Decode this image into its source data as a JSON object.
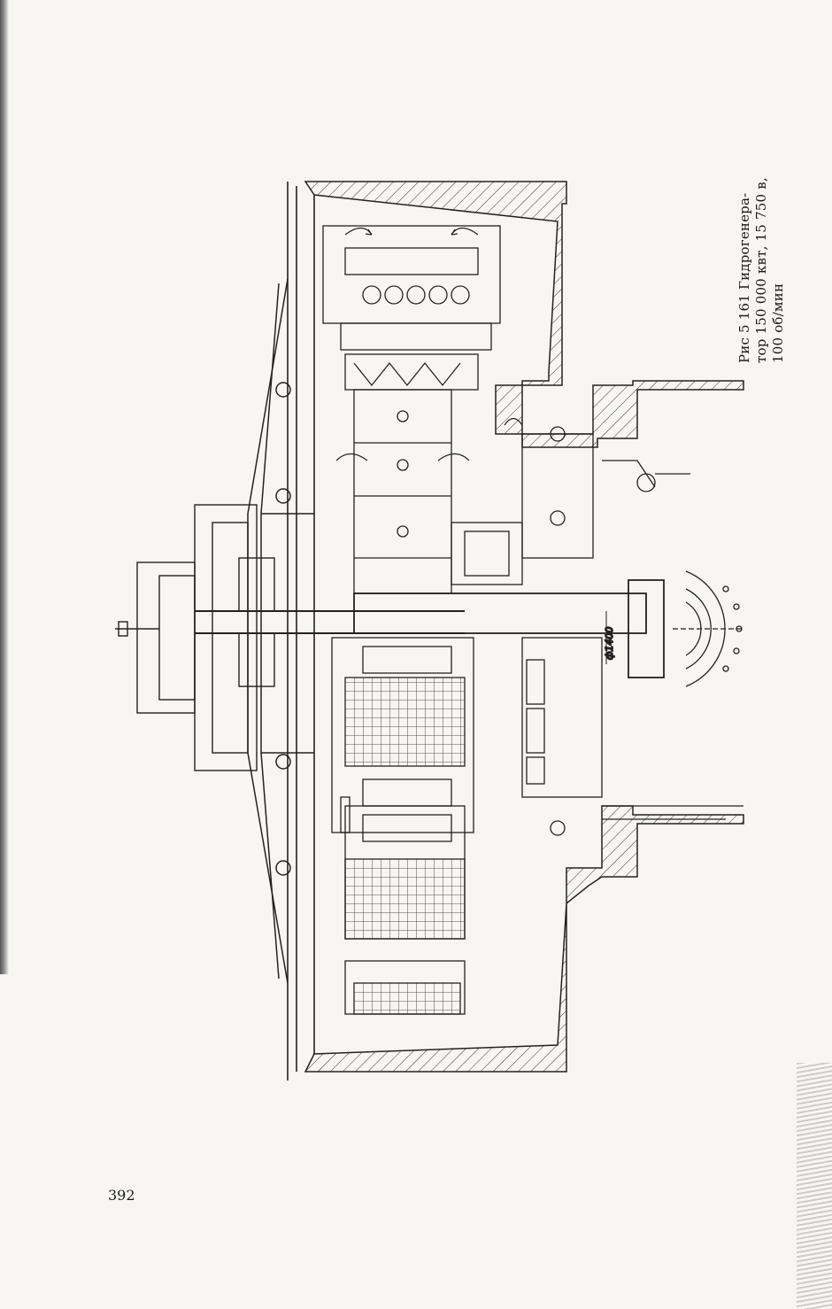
{
  "figure": {
    "caption_line1": "Рис  5 161  Гидрогенера-",
    "caption_line2": "тор 150 000 квт, 15 750 в,",
    "caption_line3": "100  об/мин",
    "dimension_label": "ф1400"
  },
  "page": {
    "number": "392"
  }
}
